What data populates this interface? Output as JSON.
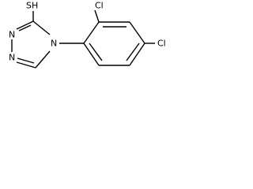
{
  "structure": {
    "labels": {
      "thiol": "SH",
      "chloro_ortho": "Cl",
      "chloro_para": "Cl",
      "ring_nitrogen_1": "N",
      "ring_nitrogen_2": "N",
      "ring_nitrogen_3": "N"
    }
  }
}
